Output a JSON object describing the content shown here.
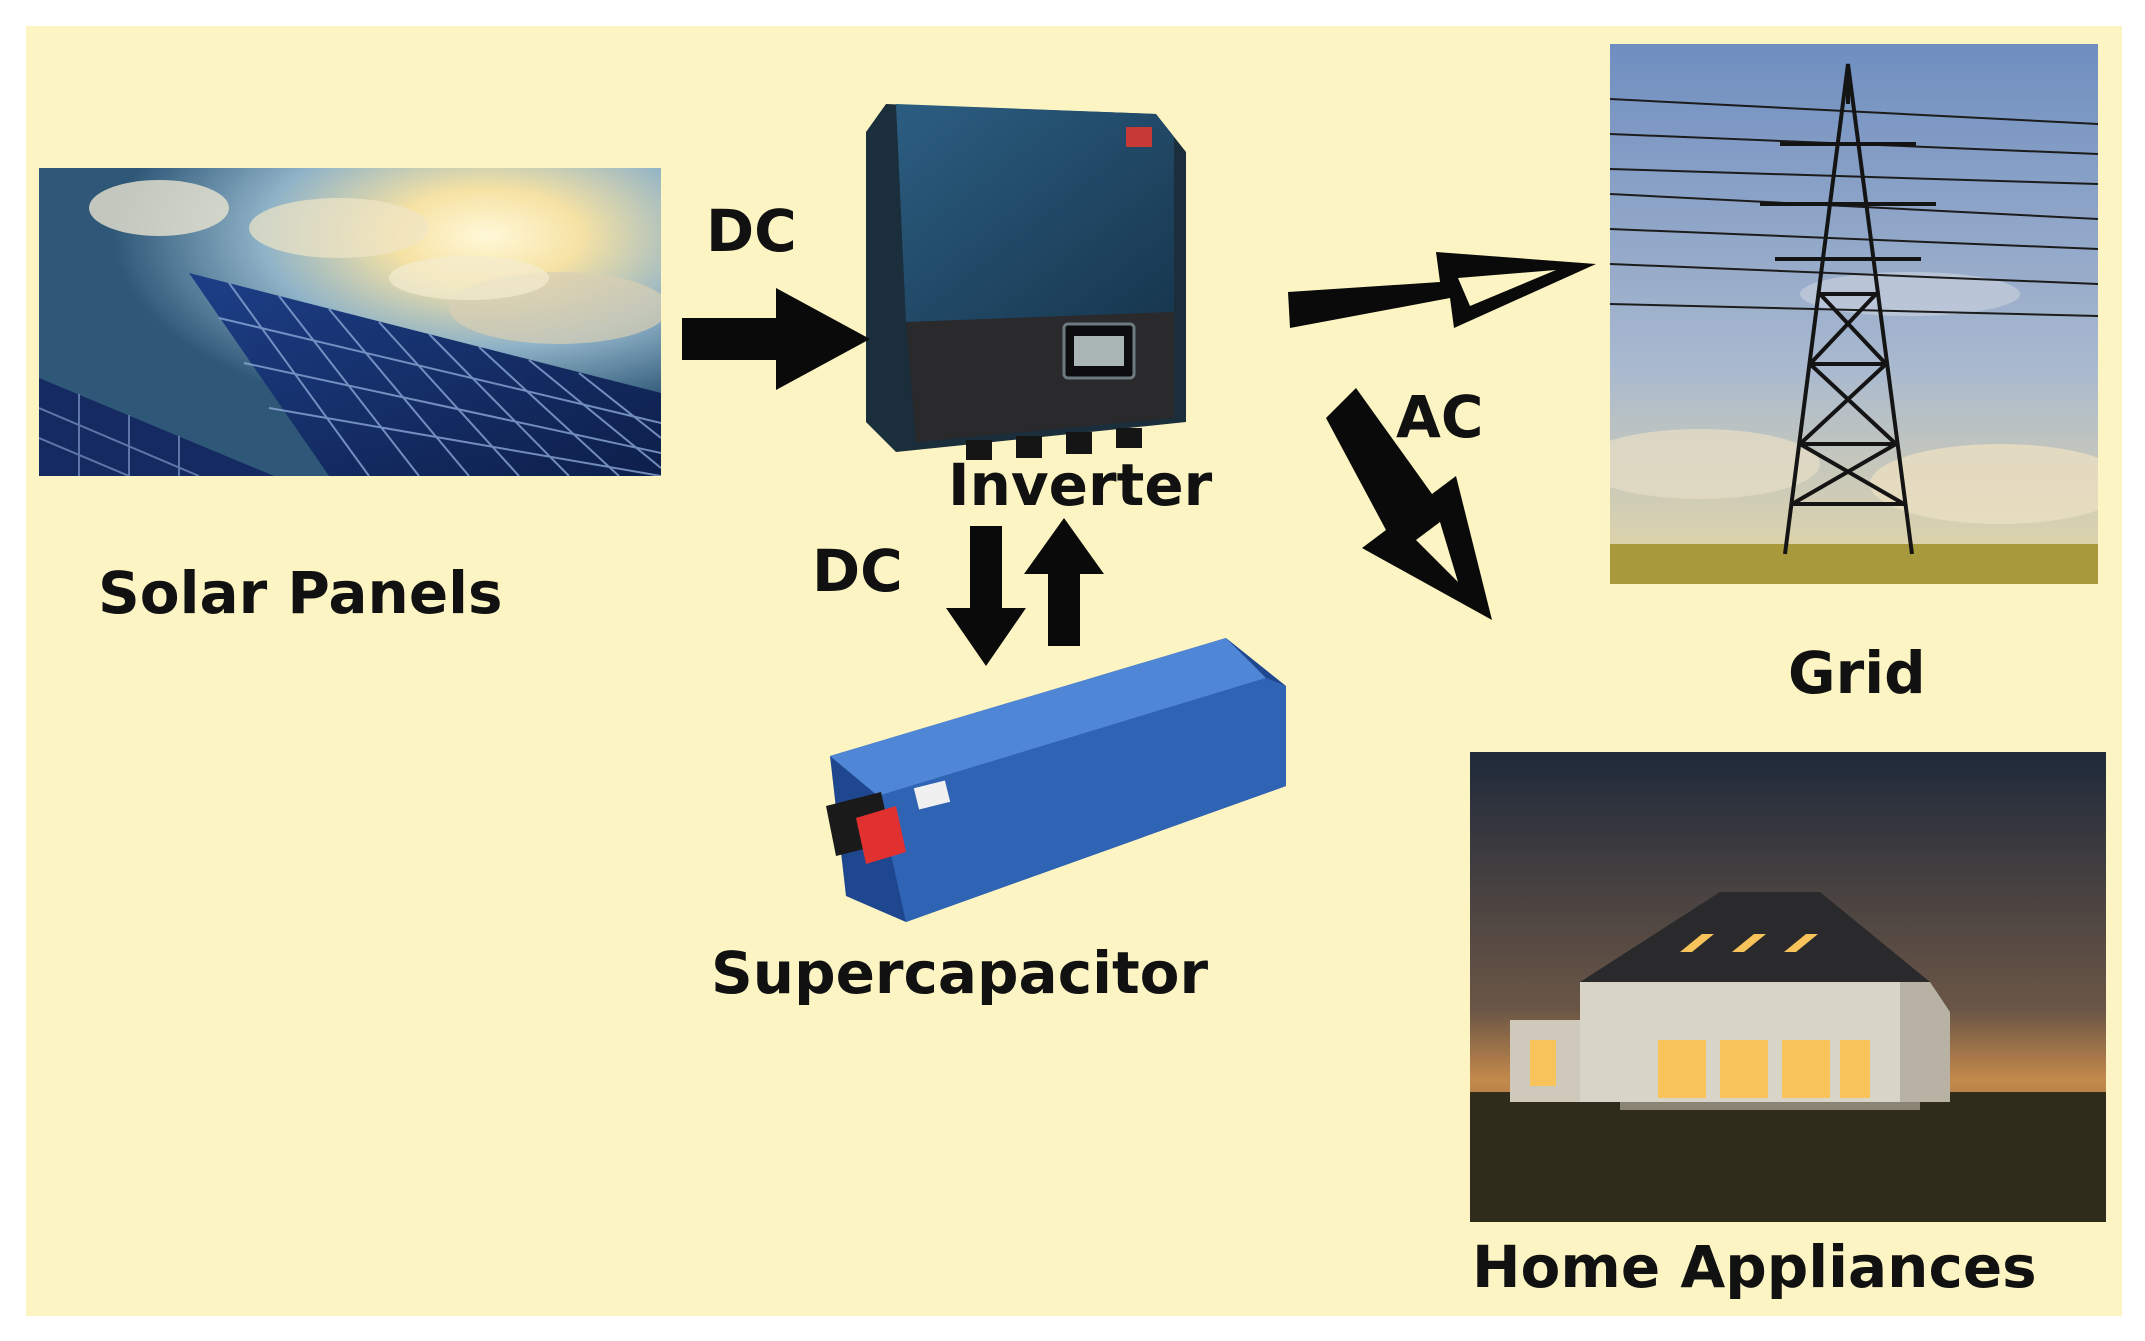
{
  "diagram": {
    "nodes": {
      "solar_panels": {
        "label": "Solar Panels"
      },
      "inverter": {
        "label": "Inverter"
      },
      "supercapacitor": {
        "label": "Supercapacitor"
      },
      "grid": {
        "label": "Grid"
      },
      "home_appliances": {
        "label": "Home Appliances"
      }
    },
    "edges": {
      "solar_to_inverter": {
        "label": "DC"
      },
      "inverter_supercap": {
        "label": "DC"
      },
      "inverter_output": {
        "label": "AC"
      }
    }
  },
  "colors": {
    "background": "#fcf5c3",
    "arrow": "#0a0a0a",
    "supercapacitor_body": "#2f63b4",
    "supercapacitor_terminal": "#e03030"
  }
}
